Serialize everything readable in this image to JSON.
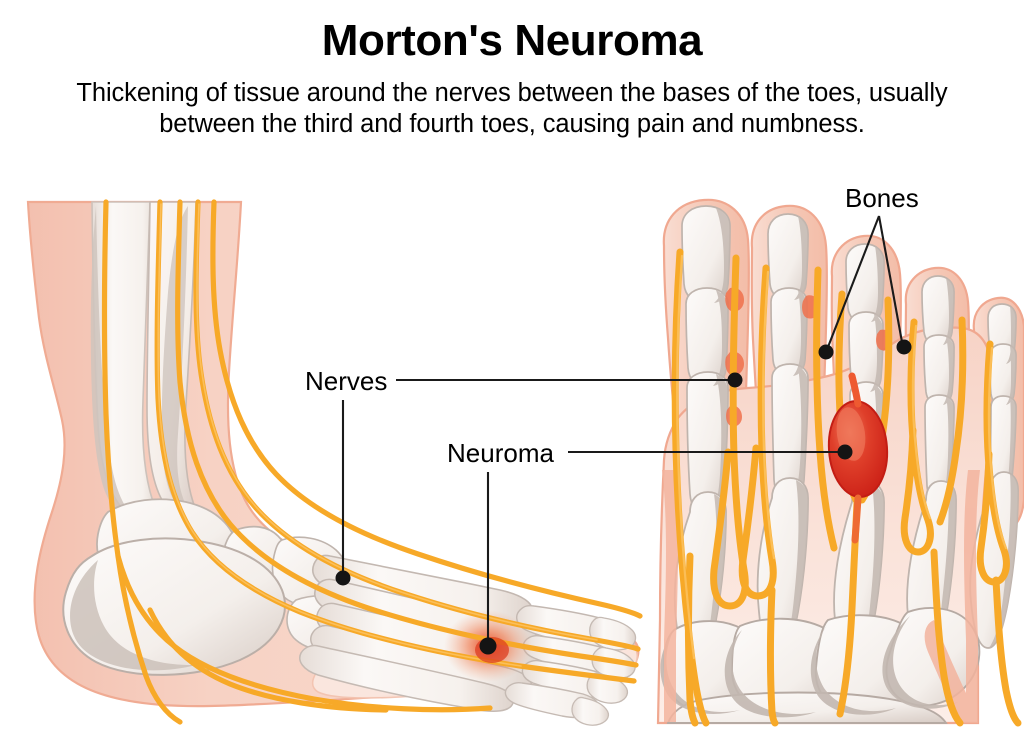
{
  "header": {
    "title": "Morton's Neuroma",
    "subtitle": "Thickening of tissue around the nerves between the bases of the toes, usually between the third and fourth toes, causing pain and numbness."
  },
  "labels": {
    "nerves": "Nerves",
    "neuroma": "Neuroma",
    "bones": "Bones"
  },
  "colors": {
    "background": "#ffffff",
    "text": "#000000",
    "skin_fill": "#f6cfc1",
    "skin_fill_light": "#fae2d8",
    "skin_outline": "#f0ab93",
    "skin_shadow": "#f3b49e",
    "bone_fill": "#f8f4f1",
    "bone_fill_alt": "#fbf8f6",
    "bone_shadow": "#c3b8b1",
    "bone_outline": "#b9ada6",
    "nerve_orange": "#f7a928",
    "nerve_orange_dark": "#ef8f1c",
    "neuroma_red": "#d5291c",
    "neuroma_red_light": "#ea5a44",
    "leader_line": "#1a1a1a"
  },
  "illustration": {
    "views": [
      {
        "name": "lateral-foot-view",
        "description": "Side (lateral) view of the lower leg, ankle and foot showing tibia, fibula, talus, calcaneus, navicular, cuneiforms, metatarsals and phalanges with orange plantar nerve branches running to the toes and a red inflamed neuroma spot at the third metatarsal space."
      },
      {
        "name": "dorsal-foot-view",
        "description": "Top (dorsal) view of the foot showing five toes with phalanges, metatarsals and tarsal bones, orange interdigital nerves, and a large red swollen neuroma between the third and fourth metatarsal heads."
      }
    ],
    "callouts": [
      {
        "name": "nerves",
        "target_view": "both",
        "marker_count": 2
      },
      {
        "name": "neuroma",
        "target_view": "both",
        "marker_count": 2
      },
      {
        "name": "bones",
        "target_view": "dorsal-foot-view",
        "marker_count": 2
      }
    ]
  }
}
